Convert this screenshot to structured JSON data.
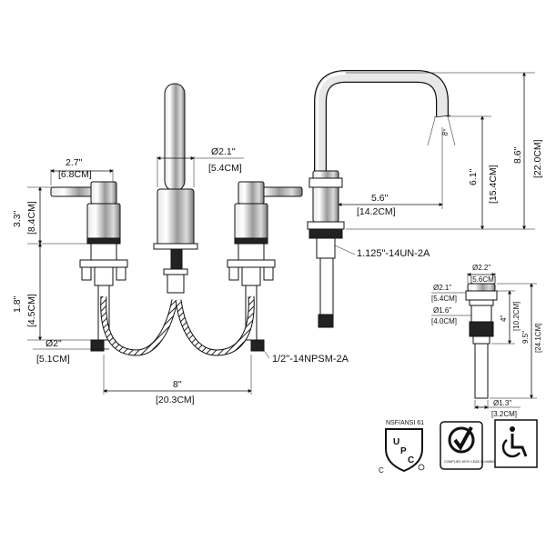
{
  "dimensions": {
    "handle_width_in": "2.7\"",
    "handle_width_cm": "[6.8CM]",
    "spout_dia_in": "Ø2.1\"",
    "spout_dia_cm": "[5.4CM]",
    "body_height_in": "3.3\"",
    "body_height_cm": "[8.4CM]",
    "shank_height_in": "1.8\"",
    "shank_height_cm": "[4.5CM]",
    "base_dia_in": "Ø2\"",
    "base_dia_cm": "[5.1CM]",
    "spread_in": "8\"",
    "spread_cm": "[20.3CM]",
    "spout_reach_in": "5.6\"",
    "spout_reach_cm": "[14.2CM]",
    "spout_height_in": "6.1\"",
    "spout_height_cm": "[15.4CM]",
    "overall_height_in": "8.6\"",
    "overall_height_cm": "[22.0CM]",
    "spout_angle": "8°"
  },
  "callouts": {
    "spout_thread": "1.125\"-14UN-2A",
    "supply_thread": "1/2\"-14NPSM-2A"
  },
  "drain": {
    "top_dia_in": "Ø2.2\"",
    "top_dia_cm": "[5.6CM]",
    "flange_dia_in": "Ø2.1\"",
    "flange_dia_cm": "[5.4CM]",
    "body_dia_in": "Ø1.6\"",
    "body_dia_cm": "[4.0CM]",
    "body_height_in": "4\"",
    "body_height_cm": "[10.2CM]",
    "total_height_in": "9.5\"",
    "total_height_cm": "[24.1CM]",
    "tail_dia_in": "Ø1.3\"",
    "tail_dia_cm": "[3.2CM]"
  },
  "certifications": {
    "nsf_label": "NSF/ANSI 61",
    "upc_letters": [
      "U",
      "P",
      "C"
    ],
    "c_mark": "C",
    "lead_free_text": "COMPLIES WITH LEAD PLUMBING LAWS",
    "icons": [
      "upc-shield-icon",
      "lead-free-check-icon",
      "wheelchair-accessible-icon"
    ]
  },
  "colors": {
    "line": "#111111",
    "background": "#ffffff"
  }
}
